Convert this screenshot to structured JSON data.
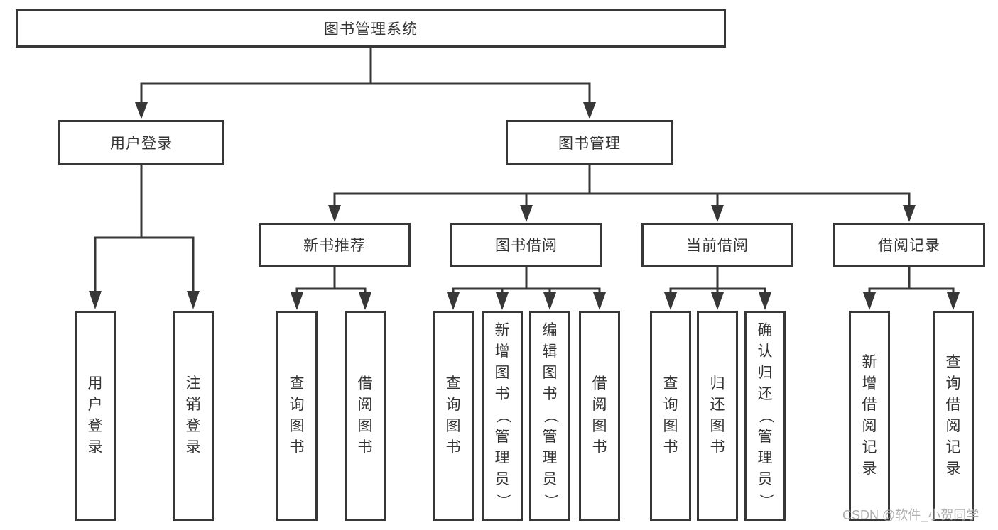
{
  "diagram": {
    "root": {
      "label": "图书管理系统"
    },
    "branches": [
      {
        "label": "用户登录",
        "leaves": [
          "用户登录",
          "注销登录"
        ]
      },
      {
        "label": "图书管理"
      }
    ],
    "modules": [
      {
        "label": "新书推荐",
        "leaves": [
          "查询图书",
          "借阅图书"
        ]
      },
      {
        "label": "图书借阅",
        "leaves": [
          "查询图书",
          "新增图书（管理员）",
          "编辑图书（管理员）",
          "借阅图书"
        ]
      },
      {
        "label": "当前借阅",
        "leaves": [
          "查询图书",
          "归还图书",
          "确认归还（管理员）"
        ]
      },
      {
        "label": "借阅记录",
        "leaves": [
          "新增借阅记录",
          "查询借阅记录"
        ]
      }
    ]
  },
  "watermark": {
    "text": "CSDN @软件_小贺同学"
  },
  "colors": {
    "line": "#373737",
    "box_border": "#373737",
    "text": "#333333",
    "background": "#ffffff",
    "watermark": "#a6a6a6"
  }
}
